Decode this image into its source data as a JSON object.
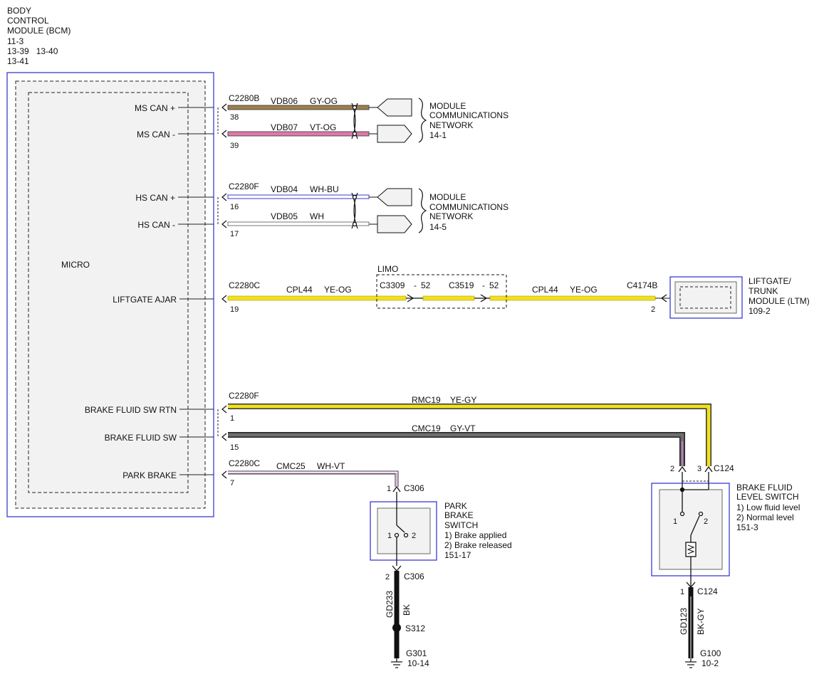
{
  "bcm": {
    "title": [
      "BODY",
      "CONTROL",
      "MODULE (BCM)"
    ],
    "refs": [
      "11-3",
      "13-39   13-40",
      "13-41"
    ],
    "micro_label": "MICRO",
    "signals": {
      "ms_can_plus": "MS CAN +",
      "ms_can_minus": "MS CAN -",
      "hs_can_plus": "HS CAN +",
      "hs_can_minus": "HS CAN -",
      "liftgate_ajar": "LIFTGATE AJAR",
      "brake_fluid_sw_rtn": "BRAKE FLUID SW RTN",
      "brake_fluid_sw": "BRAKE FLUID SW",
      "park_brake": "PARK BRAKE"
    }
  },
  "connectors": {
    "c2280b": "C2280B",
    "c2280f_a": "C2280F",
    "c2280c_a": "C2280C",
    "c2280f_b": "C2280F",
    "c2280c_b": "C2280C",
    "c3309": "C3309",
    "c3519": "C3519",
    "c4174b": "C4174B",
    "c306_top": "C306",
    "c306_bottom": "C306",
    "c124_top": "C124",
    "c124_bottom": "C124",
    "s312": "S312"
  },
  "pins": {
    "p38": "38",
    "p39": "39",
    "p16": "16",
    "p17": "17",
    "p19": "19",
    "p1": "1",
    "p15": "15",
    "p7": "7",
    "ltm_2": "2",
    "c3309_pin": "52",
    "c3519_pin": "52",
    "dash": "-",
    "c306_1": "1",
    "c306_2": "2",
    "c124_2": "2",
    "c124_3": "3",
    "c124_1": "1",
    "pbs_sw1": "1",
    "pbs_sw2": "2",
    "bfl_sw1": "1",
    "bfl_sw2": "2"
  },
  "wires": {
    "vdb06": {
      "circuit": "VDB06",
      "color": "GY-OG"
    },
    "vdb07": {
      "circuit": "VDB07",
      "color": "VT-OG"
    },
    "vdb04": {
      "circuit": "VDB04",
      "color": "WH-BU"
    },
    "vdb05": {
      "circuit": "VDB05",
      "color": "WH"
    },
    "cpl44_a": {
      "circuit": "CPL44",
      "color": "YE-OG"
    },
    "cpl44_b": {
      "circuit": "CPL44",
      "color": "YE-OG"
    },
    "rmc19": {
      "circuit": "RMC19",
      "color": "YE-GY"
    },
    "cmc19": {
      "circuit": "CMC19",
      "color": "GY-VT"
    },
    "cmc25": {
      "circuit": "CMC25",
      "color": "WH-VT"
    },
    "gd233": {
      "circuit": "GD233",
      "color": "BK"
    },
    "gd123": {
      "circuit": "GD123",
      "color": "BK-GY"
    }
  },
  "networks": {
    "ms": {
      "lines": [
        "MODULE",
        "COMMUNICATIONS",
        "NETWORK"
      ],
      "ref": "14-1"
    },
    "hs": {
      "lines": [
        "MODULE",
        "COMMUNICATIONS",
        "NETWORK"
      ],
      "ref": "14-5"
    }
  },
  "limo_label": "LIMO",
  "ltm": {
    "lines": [
      "LIFTGATE/",
      "TRUNK",
      "MODULE (LTM)"
    ],
    "ref": "109-2"
  },
  "park_brake_switch": {
    "lines": [
      "PARK",
      "BRAKE",
      "SWITCH"
    ],
    "notes": [
      "1) Brake applied",
      "2) Brake released"
    ],
    "ref": "151-17"
  },
  "brake_fluid_switch": {
    "lines": [
      "BRAKE FLUID",
      "LEVEL SWITCH"
    ],
    "notes": [
      "1) Low fluid level",
      "2) Normal level"
    ],
    "ref": "151-3"
  },
  "grounds": {
    "g301": {
      "name": "G301",
      "ref": "10-14"
    },
    "g100": {
      "name": "G100",
      "ref": "10-2"
    }
  },
  "colors": {
    "module_outline": "#2b2bd0",
    "gy_og": "#9c8050",
    "vt_og": "#e07aa8",
    "wh_bu": "#3a3ad0",
    "ye": "#f0e020",
    "gy": "#6e6e6e",
    "vt": "#c678c8",
    "bk": "#111111"
  }
}
